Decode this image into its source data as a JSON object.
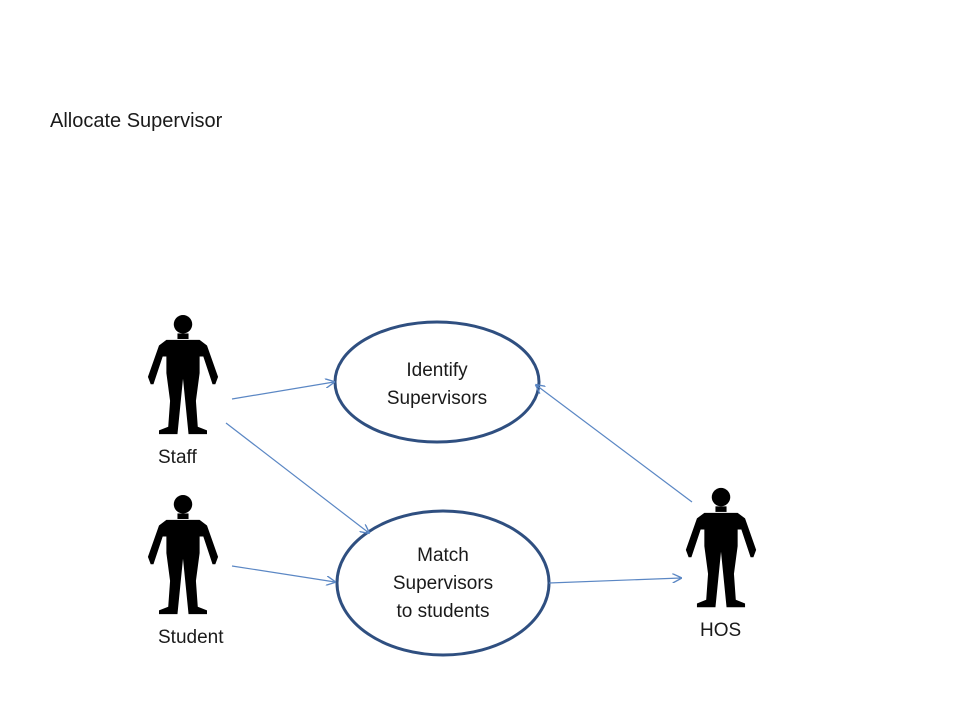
{
  "title": "Allocate Supervisor",
  "actors": {
    "staff": "Staff",
    "student": "Student",
    "hos": "HOS"
  },
  "use_cases": {
    "identify": [
      "Identify",
      "Supervisors"
    ],
    "match": [
      "Match",
      "Supervisors",
      "to students"
    ]
  },
  "colors": {
    "use_case_border": "#2f4f80",
    "association_line": "#5b87c4",
    "actor_fill": "#000000"
  }
}
